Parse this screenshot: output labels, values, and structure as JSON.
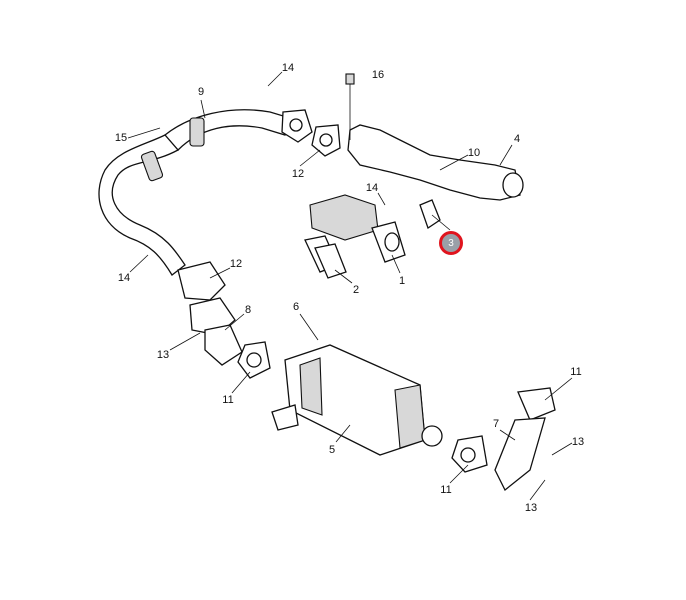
{
  "diagram": {
    "highlight_color": "#e0141e",
    "callouts": [
      {
        "id": "c14a",
        "text": "14"
      },
      {
        "id": "c16",
        "text": "16"
      },
      {
        "id": "c9",
        "text": "9"
      },
      {
        "id": "c15",
        "text": "15"
      },
      {
        "id": "c4",
        "text": "4"
      },
      {
        "id": "c10",
        "text": "10"
      },
      {
        "id": "c12a",
        "text": "12"
      },
      {
        "id": "c14b",
        "text": "14"
      },
      {
        "id": "c3",
        "text": "3",
        "highlighted": true
      },
      {
        "id": "c2",
        "text": "2"
      },
      {
        "id": "c1",
        "text": "1"
      },
      {
        "id": "c14c",
        "text": "14"
      },
      {
        "id": "c12b",
        "text": "12"
      },
      {
        "id": "c8",
        "text": "8"
      },
      {
        "id": "c6",
        "text": "6"
      },
      {
        "id": "c13a",
        "text": "13"
      },
      {
        "id": "c11a",
        "text": "11"
      },
      {
        "id": "c5",
        "text": "5"
      },
      {
        "id": "c7",
        "text": "7"
      },
      {
        "id": "c11b",
        "text": "11"
      },
      {
        "id": "c13b",
        "text": "13"
      },
      {
        "id": "c11c",
        "text": "11"
      },
      {
        "id": "c13c",
        "text": "13"
      }
    ]
  }
}
